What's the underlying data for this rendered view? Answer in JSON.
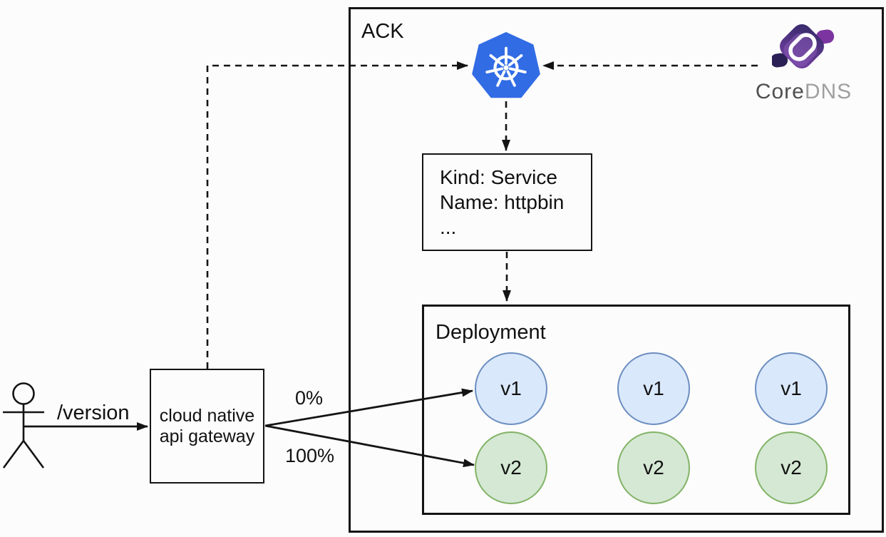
{
  "colors": {
    "canvas_bg": "#fcfcfc",
    "stroke": "#141414",
    "text": "#111111",
    "k8s_blue": "#326ce5",
    "pod_v1_fill": "#dae8fc",
    "pod_v1_stroke": "#6c8ebf",
    "pod_v2_fill": "#d5e8d4",
    "pod_v2_stroke": "#82b366",
    "coredns_dark": "#2b2055",
    "coredns_bright": "#7c35a0",
    "coredns_grad_top": "#342a68",
    "coredns_grad_bottom": "#6d3d9c",
    "coredns_overlay": "#8a5cb8",
    "coredns_text_core": "#4f4f4f",
    "coredns_text_dns": "#a0a0a0"
  },
  "actor": {
    "request_path": "/version"
  },
  "gateway": {
    "label_line1": "cloud native",
    "label_line2": "api gateway"
  },
  "traffic_split": {
    "v1_weight": "0%",
    "v2_weight": "100%"
  },
  "cluster": {
    "label": "ACK",
    "coredns": {
      "name_part1": "Core",
      "name_part2": "DNS"
    },
    "service": {
      "line1": "Kind: Service",
      "line2": "Name: httpbin",
      "line3": "..."
    },
    "deployment": {
      "label": "Deployment",
      "pods": [
        {
          "label": "v1"
        },
        {
          "label": "v1"
        },
        {
          "label": "v1"
        },
        {
          "label": "v2"
        },
        {
          "label": "v2"
        },
        {
          "label": "v2"
        }
      ]
    }
  },
  "icons": {
    "kubernetes": "kubernetes-icon",
    "coredns": "coredns-icon",
    "user": "user-figure-icon"
  }
}
